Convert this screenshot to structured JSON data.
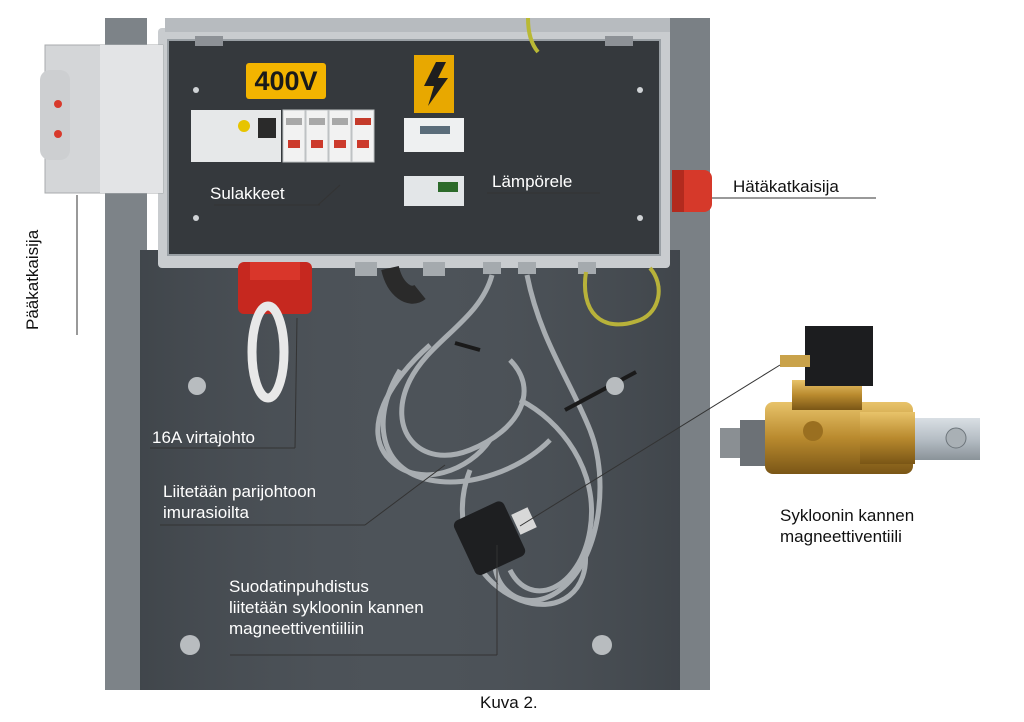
{
  "panel": {
    "voltage_badge": "400V"
  },
  "labels": {
    "main_switch": "Pääkatkaisija",
    "fuses": "Sulakkeet",
    "thermal_relay": "Lämpörele",
    "emergency_stop": "Hätäkatkaisija",
    "power_cord": "16A virtajohto",
    "pair_wire_line1": "Liitetään parijohtoon",
    "pair_wire_line2": "imurasioilta",
    "filter_line1": "Suodatinpuhdistus",
    "filter_line2": "liitetään sykloonin kannen",
    "filter_line3": "magneettiventiiliin",
    "valve_line1": "Sykloonin kannen",
    "valve_line2": "magneettiventiili"
  },
  "caption": "Kuva 2."
}
